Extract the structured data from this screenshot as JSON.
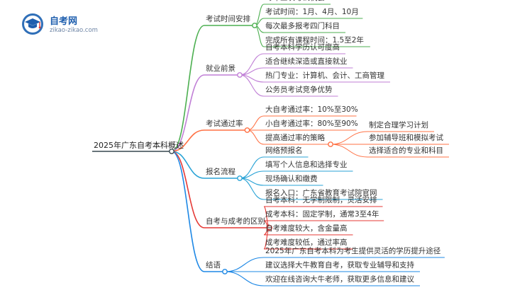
{
  "brand": {
    "title": "自考网",
    "url": "zikao-zikao.com",
    "icon": "graduation-cap-icon",
    "color": "#1f5fae"
  },
  "mindmap": {
    "root": "2025年广东自考本科概述",
    "branches": [
      {
        "label": "考试时间安排",
        "color": "#4caf50",
        "children": [
          {
            "label": "每年三次考试机会"
          },
          {
            "label": "考试时间：1月、4月、10月"
          },
          {
            "label": "每次最多报考四门科目"
          },
          {
            "label": "完成所有课程时间：1.5至2年"
          }
        ]
      },
      {
        "label": "就业前景",
        "color": "#c07fd6",
        "children": [
          {
            "label": "自考本科学历认可度高"
          },
          {
            "label": "适合继续深造或直接就业"
          },
          {
            "label": "热门专业：计算机、会计、工商管理"
          },
          {
            "label": "公务员考试竞争优势"
          }
        ]
      },
      {
        "label": "考试通过率",
        "color": "#ff7043",
        "children": [
          {
            "label": "大自考通过率：10%至30%"
          },
          {
            "label": "小自考通过率：80%至90%"
          },
          {
            "label": "提高通过率的策略",
            "children": [
              {
                "label": "制定合理学习计划"
              },
              {
                "label": "参加辅导班和模拟考试"
              },
              {
                "label": "选择适合的专业和科目"
              }
            ]
          }
        ]
      },
      {
        "label": "报名流程",
        "color": "#29a3d6",
        "children": [
          {
            "label": "网络预报名"
          },
          {
            "label": "填写个人信息和选择专业"
          },
          {
            "label": "现场确认和缴费"
          },
          {
            "label": "报名入口：广东省教育考试院官网"
          }
        ]
      },
      {
        "label": "自考与成考的区别",
        "color": "#e53935",
        "children": [
          {
            "label": "自考本科：无学制限制，灵活安排"
          },
          {
            "label": "成考本科：固定学制，通常3至4年"
          },
          {
            "label": "自考难度较大，含金量高"
          },
          {
            "label": "成考难度较低，通过率高"
          }
        ]
      },
      {
        "label": "结语",
        "color": "#1e88e5",
        "children": [
          {
            "label": "2025年广东自考本科为考生提供灵活的学历提升途径"
          },
          {
            "label": "建议选择大牛教育自考，获取专业辅导和支持"
          },
          {
            "label": "欢迎在线咨询大牛老师，获取更多信息和建议"
          }
        ]
      }
    ]
  }
}
